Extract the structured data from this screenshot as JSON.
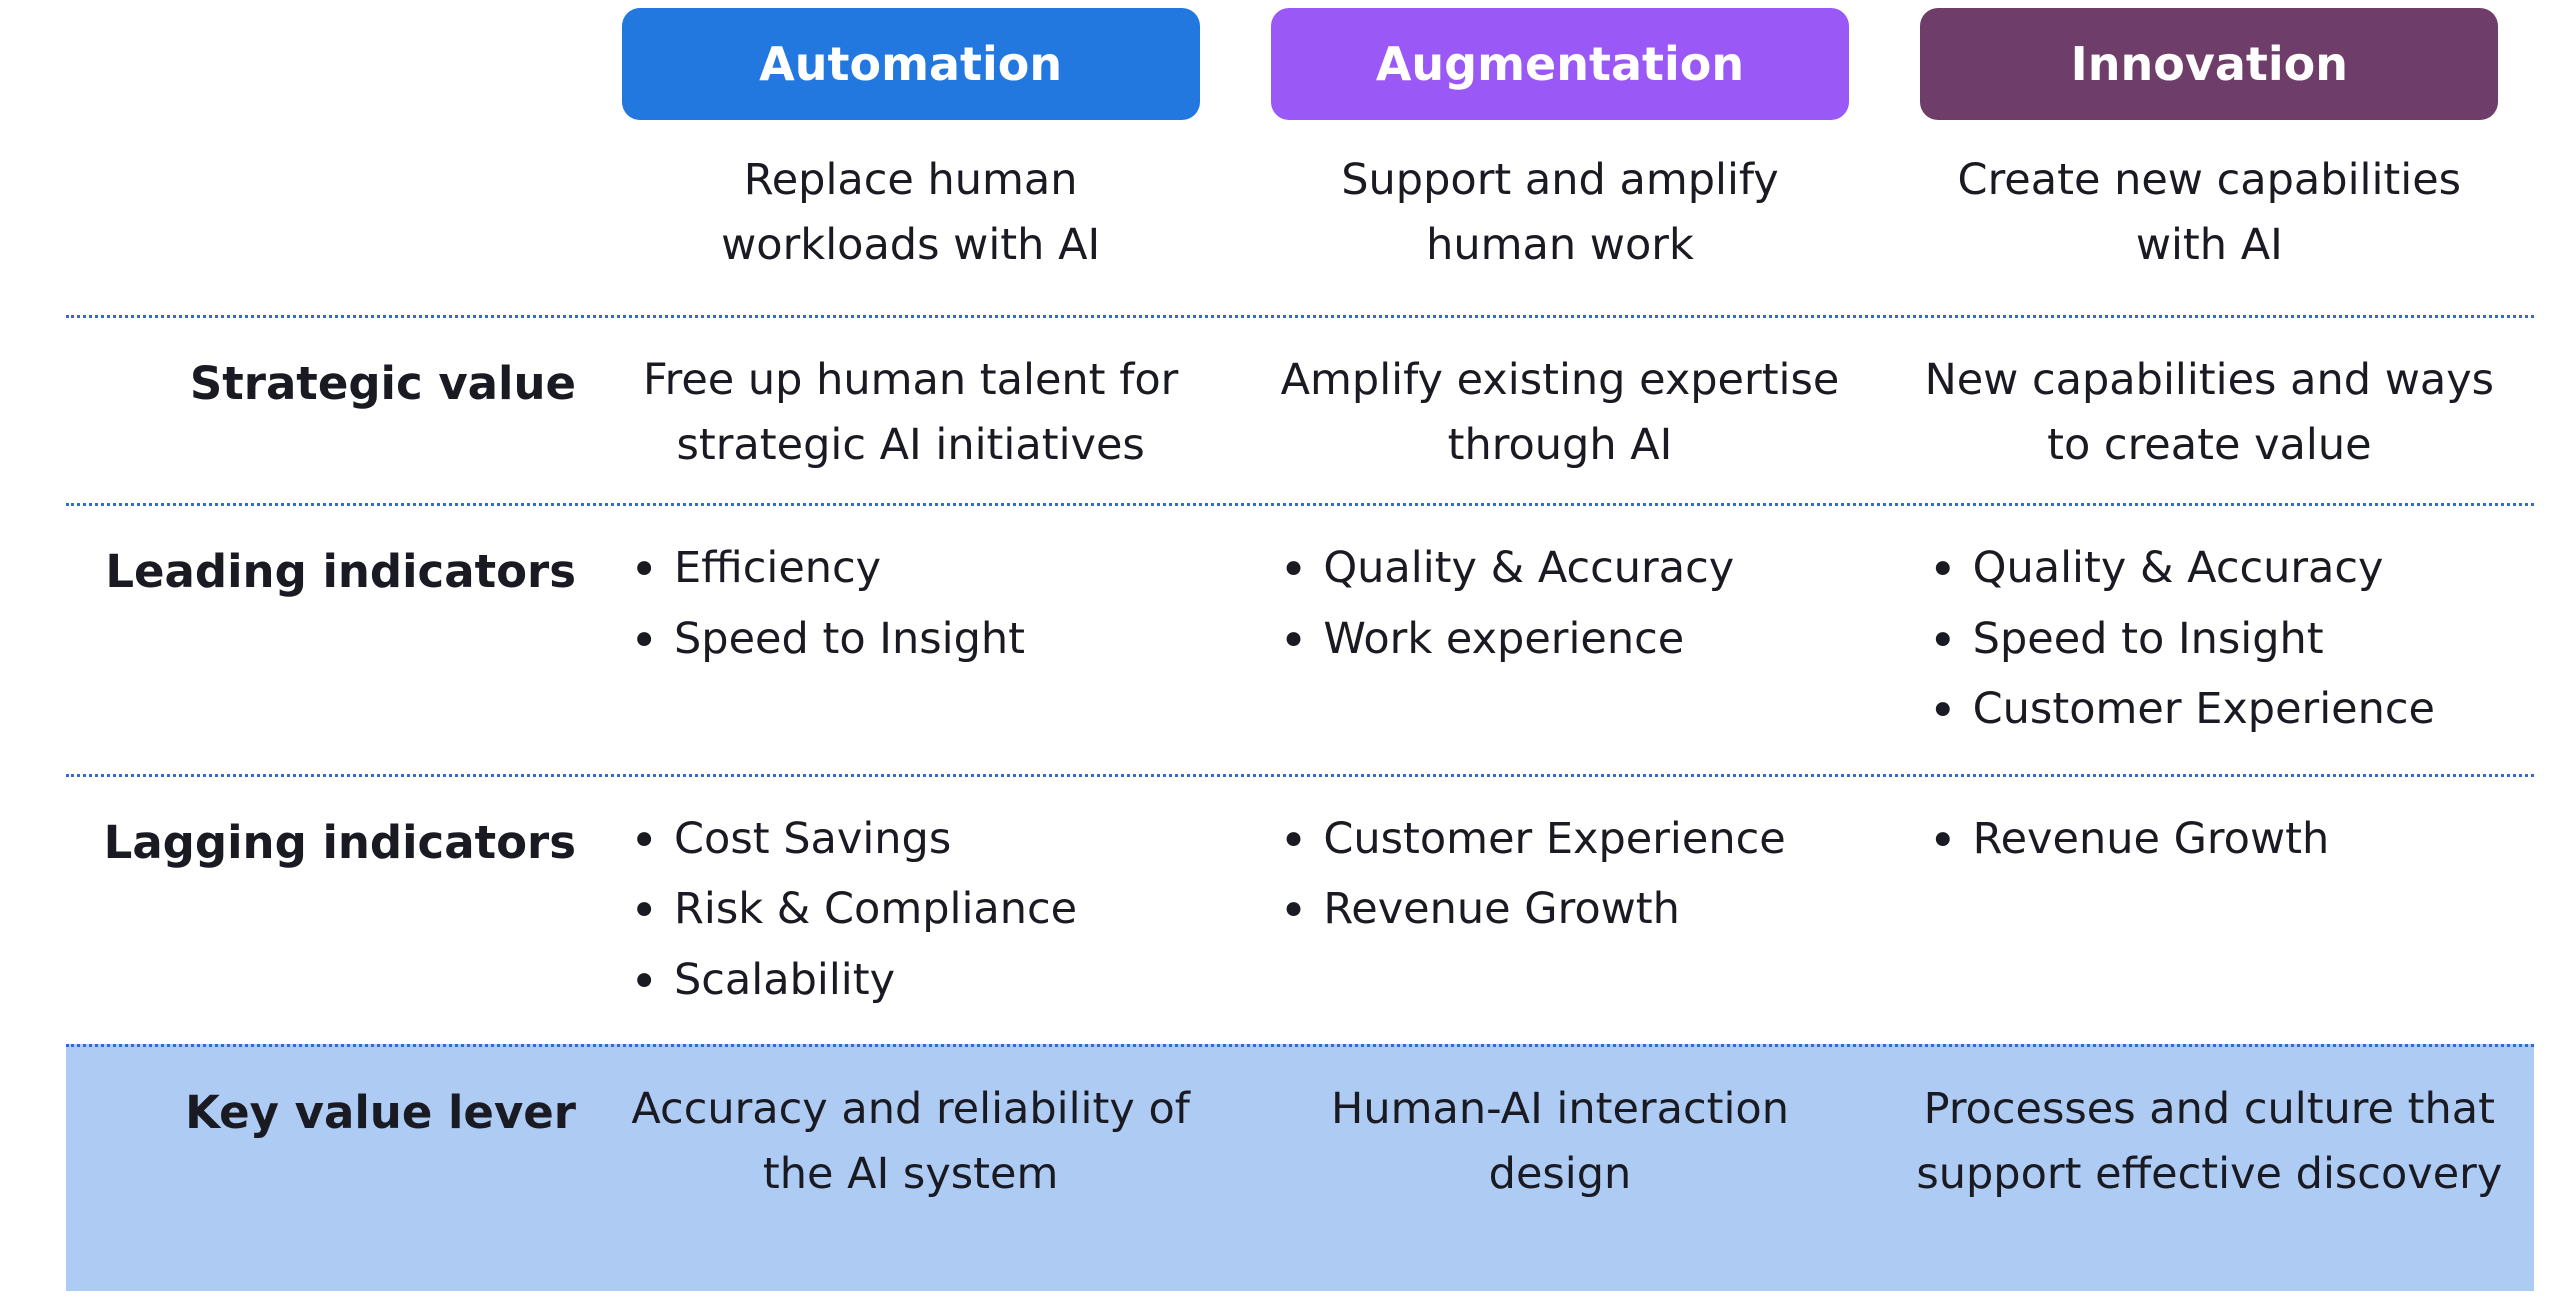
{
  "table": {
    "divider_color": "#2F6BD0",
    "highlight_bg": "#AECBF3",
    "columns": [
      {
        "id": "automation",
        "header": "Automation",
        "color": "#2278DE",
        "subtitle": "Replace human workloads with AI"
      },
      {
        "id": "augmentation",
        "header": "Augmentation",
        "color": "#9A58F6",
        "subtitle": "Support and amplify human work"
      },
      {
        "id": "innovation",
        "header": "Innovation",
        "color": "#6E3D69",
        "subtitle": "Create new capabilities with AI"
      }
    ],
    "rows": [
      {
        "label": "Strategic value",
        "cells": [
          "Free up human talent for strategic AI initiatives",
          "Amplify existing expertise through AI",
          "New capabilities and ways to create value"
        ]
      },
      {
        "label": "Leading indicators",
        "cells": [
          [
            "Efficiency",
            "Speed to Insight"
          ],
          [
            "Quality & Accuracy",
            "Work experience"
          ],
          [
            "Quality & Accuracy",
            "Speed to Insight",
            "Customer Experience"
          ]
        ]
      },
      {
        "label": "Lagging indicators",
        "cells": [
          [
            "Cost Savings",
            "Risk & Compliance",
            "Scalability"
          ],
          [
            "Customer Experience",
            "Revenue Growth"
          ],
          [
            "Revenue Growth"
          ]
        ]
      },
      {
        "label": "Key value lever",
        "cells": [
          "Accuracy and reliability of the AI system",
          "Human-AI interaction design",
          "Processes and culture that support effective discovery"
        ]
      }
    ]
  }
}
